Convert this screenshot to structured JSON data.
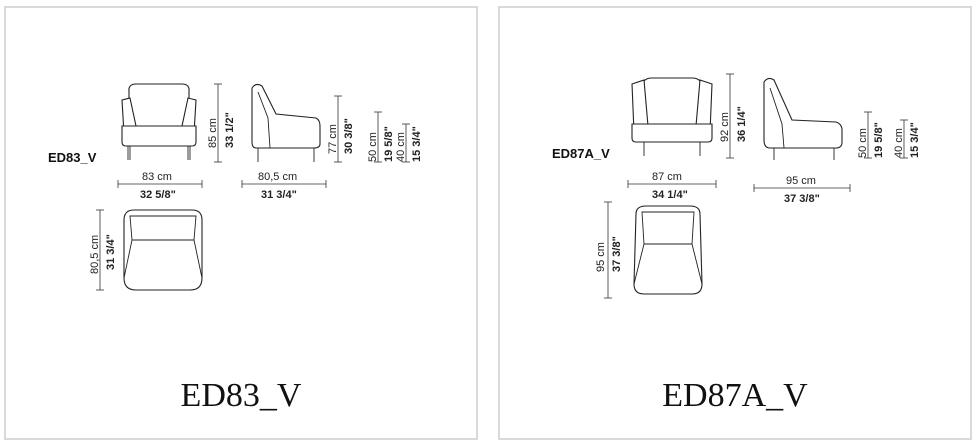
{
  "panels": [
    {
      "code": "ED83_V",
      "caption": "ED83_V",
      "front": {
        "height_cm": "85 cm",
        "height_in": "33 1/2\"",
        "width_cm": "83 cm",
        "width_in": "32 5/8\""
      },
      "side": {
        "depth_cm": "80,5 cm",
        "depth_in": "31 3/4\"",
        "back_cm": "77 cm",
        "back_in": "30 3/8\"",
        "arm_cm": "50 cm",
        "arm_in": "19 5/8\"",
        "seat_cm": "40 cm",
        "seat_in": "15 3/4\""
      },
      "top": {
        "depth_cm": "80,5 cm",
        "depth_in": "31 3/4\""
      }
    },
    {
      "code": "ED87A_V",
      "caption": "ED87A_V",
      "front": {
        "height_cm": "92 cm",
        "height_in": "36 1/4\"",
        "width_cm": "87 cm",
        "width_in": "34 1/4\""
      },
      "side": {
        "depth_cm": "95 cm",
        "depth_in": "37 3/8\"",
        "arm_cm": "50 cm",
        "arm_in": "19 5/8\"",
        "seat_cm": "40 cm",
        "seat_in": "15 3/4\""
      },
      "top": {
        "depth_cm": "95 cm",
        "depth_in": "37 3/8\""
      }
    }
  ]
}
